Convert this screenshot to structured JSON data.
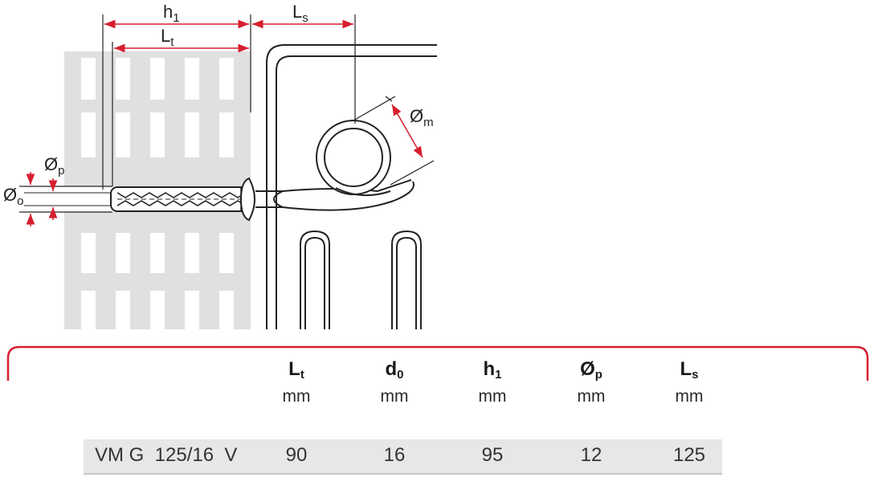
{
  "diagram": {
    "labels": {
      "h1": {
        "main": "h",
        "sub": "1"
      },
      "lt": {
        "main": "L",
        "sub": "t"
      },
      "ls": {
        "main": "L",
        "sub": "s"
      },
      "om": {
        "main": "Ø",
        "sub": "m"
      },
      "op": {
        "main": "Ø",
        "sub": "p"
      },
      "oo": {
        "main": "Ø",
        "sub": "o"
      }
    },
    "colors": {
      "accent": "#d71f2f",
      "wall": "#e0e0e0",
      "line": "#222222"
    }
  },
  "table": {
    "columns": [
      {
        "symbol": "L",
        "sub": "t",
        "unit": "mm"
      },
      {
        "symbol": "d",
        "sub": "0",
        "unit": "mm"
      },
      {
        "symbol": "h",
        "sub": "1",
        "unit": "mm"
      },
      {
        "symbol": "Ø",
        "sub": "p",
        "unit": "mm"
      },
      {
        "symbol": "L",
        "sub": "s",
        "unit": "mm"
      }
    ],
    "row": {
      "model": "VM G  125/16  V",
      "values": [
        "90",
        "16",
        "95",
        "12",
        "125"
      ]
    }
  }
}
